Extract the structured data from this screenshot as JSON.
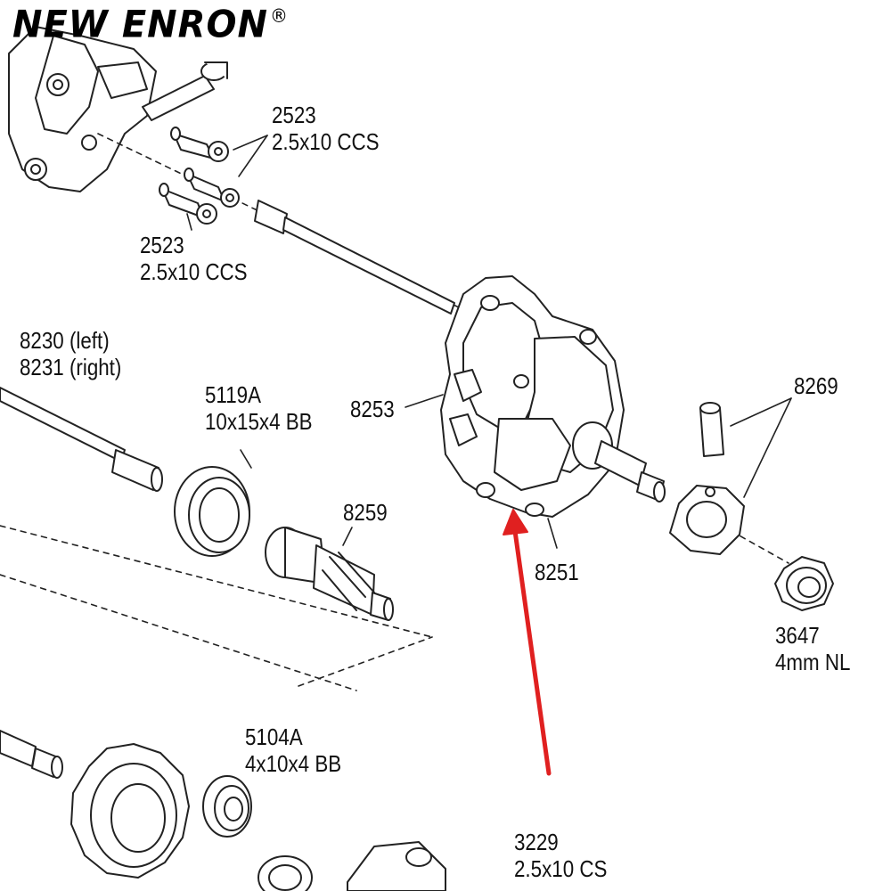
{
  "brand": {
    "name": "NEW ENRON",
    "mark": "®"
  },
  "callouts": [
    {
      "id": "c2523a",
      "part": "2523",
      "spec": "2.5x10 CCS"
    },
    {
      "id": "c2523b",
      "part": "2523",
      "spec": "2.5x10 CCS"
    },
    {
      "id": "c8230",
      "part": "8230 (left)",
      "spec": "8231 (right)"
    },
    {
      "id": "c5119",
      "part": "5119A",
      "spec": "10x15x4 BB"
    },
    {
      "id": "c8253",
      "part": "8253",
      "spec": ""
    },
    {
      "id": "c8269",
      "part": "8269",
      "spec": ""
    },
    {
      "id": "c8259",
      "part": "8259",
      "spec": ""
    },
    {
      "id": "c8251",
      "part": "8251",
      "spec": ""
    },
    {
      "id": "c3647",
      "part": "3647",
      "spec": "4mm NL"
    },
    {
      "id": "c5104",
      "part": "5104A",
      "spec": "4x10x4 BB"
    },
    {
      "id": "c3229",
      "part": "3229",
      "spec": "2.5x10 CS"
    }
  ],
  "colors": {
    "line": "#222222",
    "arrow": "#e02020",
    "part_fill": "#ffffff"
  }
}
